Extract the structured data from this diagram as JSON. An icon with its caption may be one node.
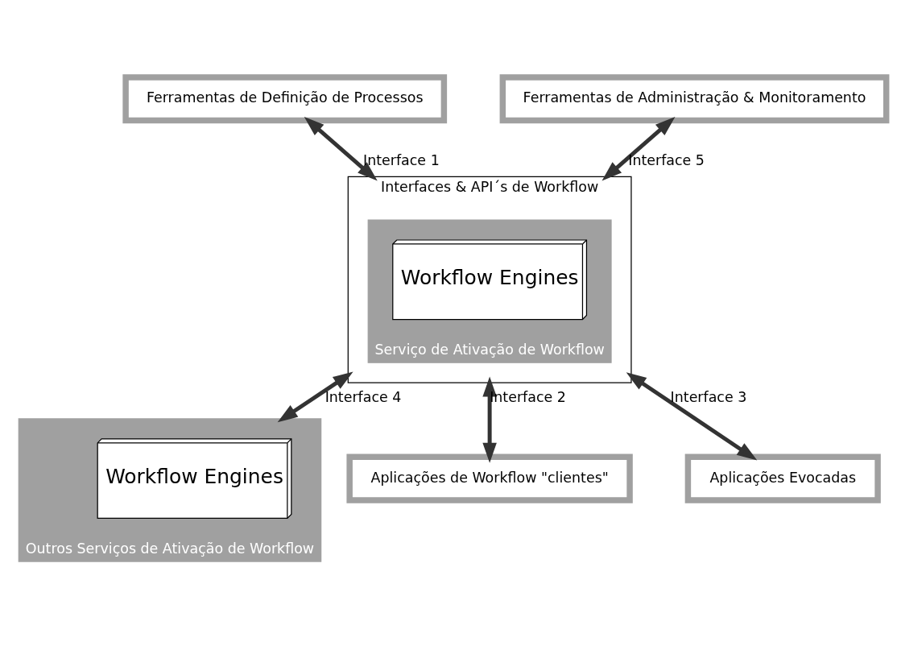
{
  "diagram": {
    "nodes": [
      {
        "text": [
          "Ferramentas de Definição de Processos"
        ]
      },
      {
        "text": [
          "Interfaces & API´s de Workflow"
        ]
      },
      {
        "text": [
          "Serviço de Ativação de Workflow"
        ],
        "in": 1
      },
      {
        "text": [
          "Workflow Engines"
        ],
        "in": 2
      },
      {
        "text": [
          "Outros Serviços de Ativação de Workflow"
        ]
      },
      {
        "text": [
          "Workflow Engines"
        ],
        "in": 4
      },
      {
        "text": [
          "Ferramentas de Administração & Monitoramento"
        ]
      },
      {
        "text": [
          "Aplicações de Workflow \"clientes\""
        ]
      },
      {
        "text": [
          "Aplicações Evocadas"
        ]
      }
    ],
    "edges": [
      {
        "from": 0,
        "to": 1,
        "arrow": "both",
        "label": "Interface 1"
      },
      {
        "from": 6,
        "to": 1,
        "arrow": "both",
        "label": "Interface 5"
      },
      {
        "from": 1,
        "to": 4,
        "arrow": "both",
        "label": "Interface 4"
      },
      {
        "from": 1,
        "to": 7,
        "arrow": "both",
        "label": "Interface 2"
      },
      {
        "from": 1,
        "to": 8,
        "arrow": "both",
        "label": "Interface 3"
      }
    ]
  }
}
